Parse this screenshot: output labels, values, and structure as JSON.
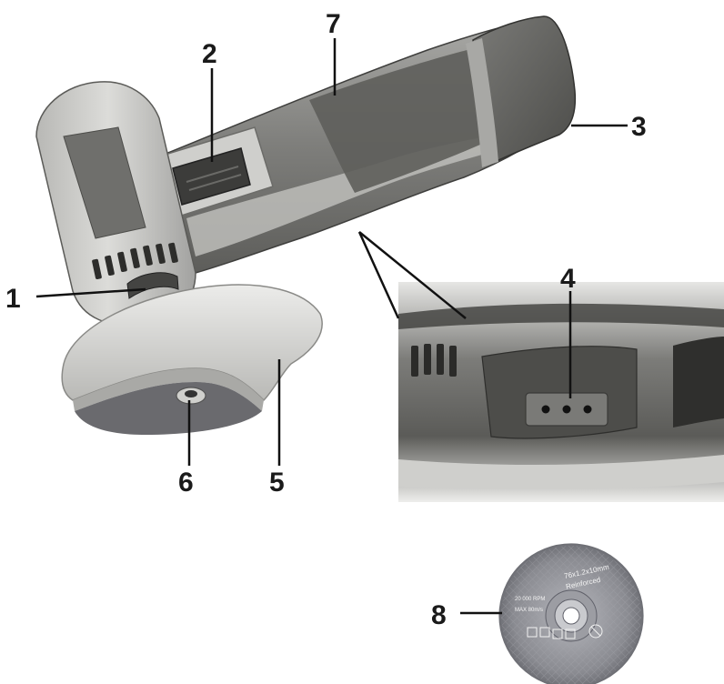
{
  "callouts": [
    {
      "id": "1",
      "label": "1"
    },
    {
      "id": "2",
      "label": "2"
    },
    {
      "id": "3",
      "label": "3"
    },
    {
      "id": "4",
      "label": "4"
    },
    {
      "id": "5",
      "label": "5"
    },
    {
      "id": "6",
      "label": "6"
    },
    {
      "id": "7",
      "label": "7"
    },
    {
      "id": "8",
      "label": "8"
    }
  ],
  "disc_print": {
    "line1": "76x1.2x10mm",
    "line2": "Reinforced",
    "line3": "20 000 RPM",
    "line4": "MAX 80m/s"
  },
  "colors": {
    "body_grey": "#8c8c8a",
    "body_light": "#c9c9c6",
    "grip_dark": "#4a4a48",
    "guard": "#d7d7d4",
    "disc": "#8f9096",
    "text": "#1a1a1a"
  }
}
